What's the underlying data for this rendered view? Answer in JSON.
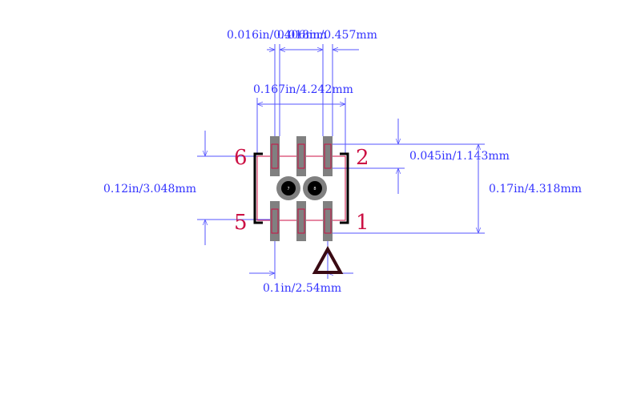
{
  "colors": {
    "dimension": "#3333ff",
    "pin_label": "#cc1144",
    "pad_fill": "#808080",
    "pad_outline": "#cc1144",
    "body_outline": "#000000",
    "via_fill": "#000000",
    "marker": "#3a0a14"
  },
  "dimensions": {
    "pad_width": "0.016in/0.406mm",
    "pad_gap": "0.018in/0.457mm",
    "overall_width": "0.167in/4.242mm",
    "pad_height": "0.045in/1.143mm",
    "row_spacing": "0.12in/3.048mm",
    "overall_height": "0.17in/4.318mm",
    "pitch": "0.1in/2.54mm"
  },
  "pins": {
    "p1": "1",
    "p2": "2",
    "p5": "5",
    "p6": "6",
    "via_left": "7",
    "via_right": "8"
  },
  "marker_icon": "triangle-pin1-marker"
}
